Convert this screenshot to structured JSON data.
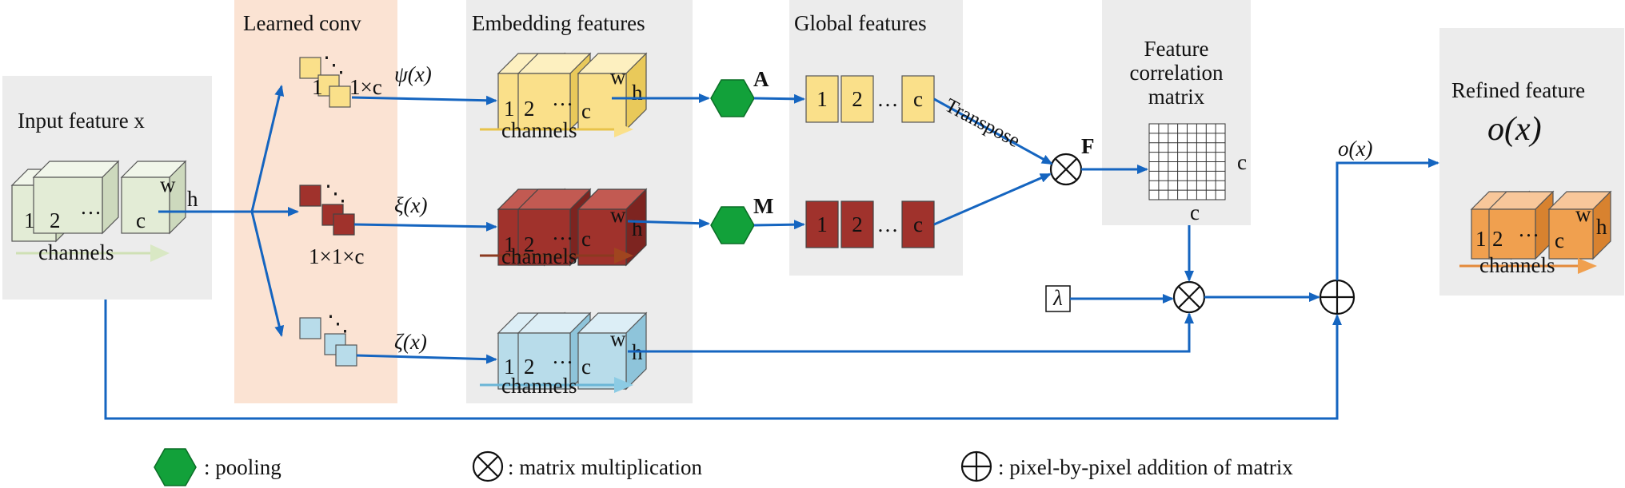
{
  "panels": {
    "input": "Input feature x",
    "conv": "Learned conv",
    "embedding": "Embedding features",
    "global": "Global features",
    "correlation": [
      "Feature",
      "correlation",
      "matrix"
    ],
    "refined": [
      "Refined feature",
      "o(x)"
    ]
  },
  "labels": {
    "psi": "ψ(x)",
    "xi": "ξ(x)",
    "zeta": "ζ(x)",
    "ox": "o(x)",
    "A": "A",
    "M": "M",
    "F": "F",
    "transpose": "Transpose",
    "lambda": "λ",
    "conv_size": "1×1×c",
    "conv_size_top": "1×c",
    "channels": "channels",
    "w": "w",
    "h": "h",
    "c": "c",
    "one": "1",
    "two": "2",
    "dots": "…"
  },
  "global_cells": [
    "1",
    "2",
    "…",
    "c"
  ],
  "legend": {
    "pooling": ": pooling",
    "matmul": ": matrix multiplication",
    "add": ": pixel-by-pixel addition of matrix"
  },
  "colors": {
    "edge": "#1565c0",
    "pool": "#12a13a",
    "yellow": "#fae08a",
    "red": "#a0322c",
    "blue": "#b8dcea",
    "green": "#e3ecd6",
    "orange": "#f0a04f",
    "conv_bg": "#fbe3d3",
    "panel_bg": "#ececec"
  }
}
